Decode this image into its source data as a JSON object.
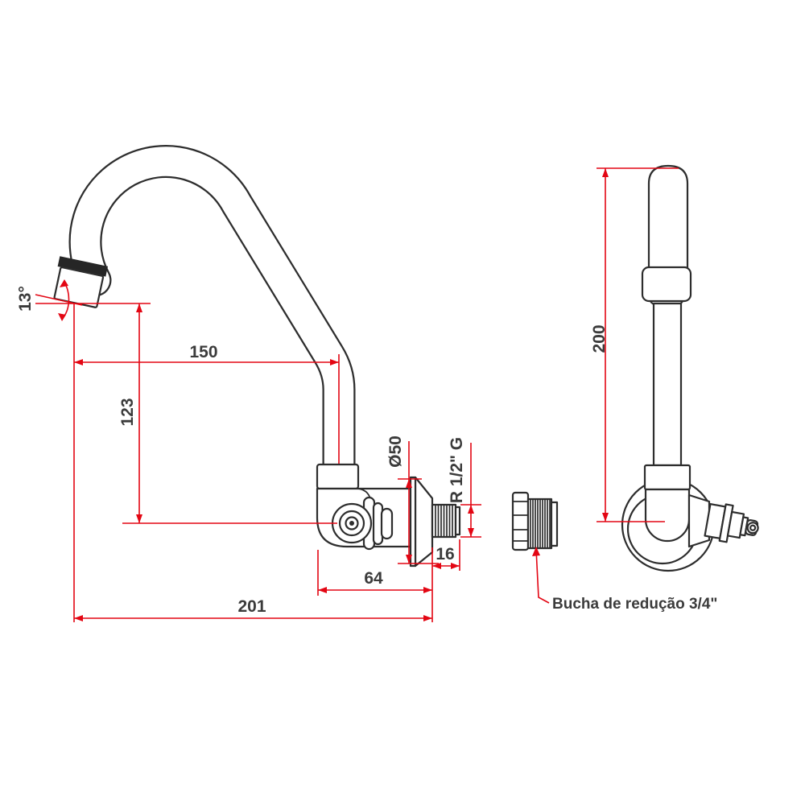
{
  "drawing": {
    "kind": "faucet-technical-drawing",
    "views": [
      "front",
      "side"
    ]
  },
  "labels": {
    "angle": "13°",
    "reach": "150",
    "drop": "123",
    "flange_diameter": "Ø50",
    "thread": "R 1/2\" G",
    "thread_length": "16",
    "body_depth": "64",
    "overall_reach": "201",
    "height": "200",
    "note": "Bucha de redução 3/4\""
  },
  "colors": {
    "dimension": "#e30613",
    "outline": "#2d2d2d",
    "text": "#3b3b3b",
    "background": "#ffffff"
  }
}
